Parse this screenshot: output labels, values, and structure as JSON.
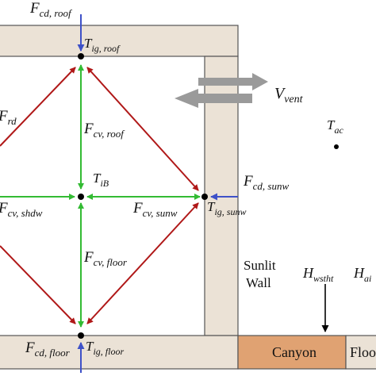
{
  "labels": {
    "fcd_roof": {
      "main": "F",
      "sub": "cd, roof"
    },
    "tig_roof": {
      "main": "T",
      "sub": "ig, roof"
    },
    "v_vent": {
      "main": "V",
      "sub": "vent"
    },
    "f_rd": {
      "main": "F",
      "sub": "rd"
    },
    "t_ac": {
      "main": "T",
      "sub": "ac"
    },
    "fcv_roof": {
      "main": "F",
      "sub": "cv, roof"
    },
    "t_ib": {
      "main": "T",
      "sub": "iB"
    },
    "fcd_sunw": {
      "main": "F",
      "sub": "cd, sunw"
    },
    "fcv_shdw": {
      "main": "F",
      "sub": "cv, shdw"
    },
    "fcv_sunw": {
      "main": "F",
      "sub": "cv, sunw"
    },
    "tig_sunw": {
      "main": "T",
      "sub": "ig, sunw"
    },
    "fcv_floor": {
      "main": "F",
      "sub": "cv, floor"
    },
    "sunlit": "Sunlit",
    "wall": "Wall",
    "h_wstht": {
      "main": "H",
      "sub": "wstht"
    },
    "h_ai": {
      "main": "H",
      "sub": "ai"
    },
    "fcd_floor": {
      "main": "F",
      "sub": "cd, floor"
    },
    "tig_floor": {
      "main": "T",
      "sub": "ig, floor"
    },
    "canyon": "Canyon",
    "floor_cut": "Floo"
  },
  "colors": {
    "wall_fill": "#ebe2d6",
    "canyon_fill": "#e0a272",
    "radiation": "#b01818",
    "convection": "#33bb33",
    "conduction": "#3e51c8",
    "ventilation": "#9a9a9a",
    "node": "#000000"
  }
}
